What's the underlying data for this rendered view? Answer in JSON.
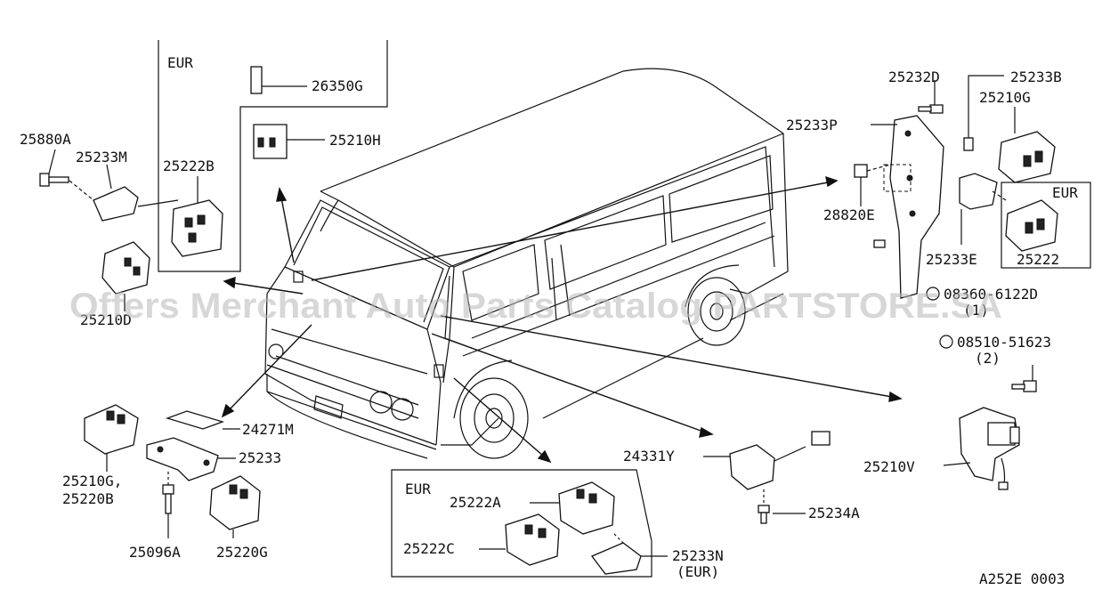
{
  "diagram_code": "A252E 0003",
  "watermark": "Offers Merchant Auto Parts Catalog PARTSTORE.SA",
  "labels": {
    "p26350G": "26350G",
    "p25210H": "25210H",
    "p25880A": "25880A",
    "p25233M": "25233M",
    "p25222B": "25222B",
    "p25210D": "25210D",
    "p25232D": "25232D",
    "p25233B": "25233B",
    "p25210G_top": "25210G",
    "p25233P": "25233P",
    "p28820E": "28820E",
    "p25233E": "25233E",
    "p25222": "25222",
    "p08360": "08360-6122D",
    "p08360_qty": "(1)",
    "p08510": "08510-51623",
    "p08510_qty": "(2)",
    "p25210V": "25210V",
    "p24271M": "24271M",
    "p25233": "25233",
    "p25210G_bl": "25210G,",
    "p25220B": "25220B",
    "p25096A": "25096A",
    "p25220G": "25220G",
    "p24331Y": "24331Y",
    "p25234A": "25234A",
    "p25222A": "25222A",
    "p25222C": "25222C",
    "p25233N": "25233N",
    "p25233N_note": "(EUR)"
  },
  "region_labels": {
    "eur_top": "EUR",
    "eur_right": "EUR",
    "eur_bottom": "EUR"
  }
}
